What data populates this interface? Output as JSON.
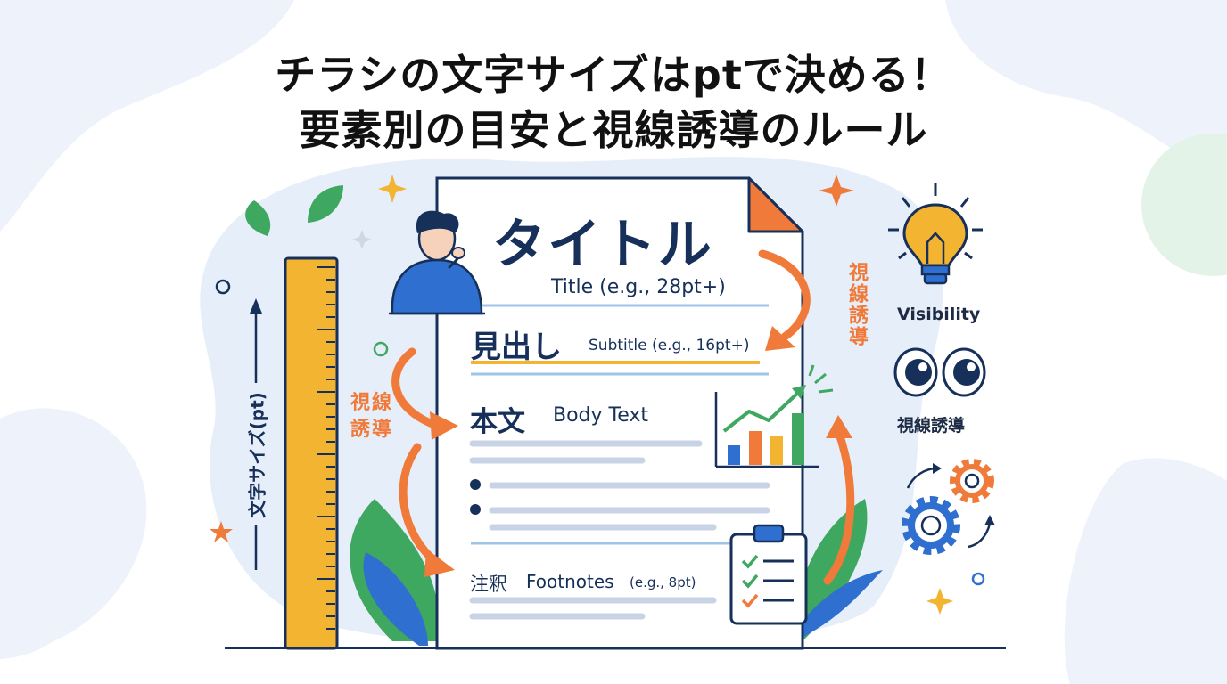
{
  "title": {
    "line1": "チラシの文字サイズはptで決める！",
    "line2": "要素別の目安と視線誘導のルール"
  },
  "document": {
    "heading_jp": "タイトル",
    "heading_en": "Title (e.g., 28pt+)",
    "subtitle_jp": "見出し",
    "subtitle_en": "Subtitle (e.g., 16pt+)",
    "body_jp": "本文",
    "body_en": "Body Text",
    "footnote_jp": "注釈",
    "footnote_en": "Footnotes",
    "footnote_size": "(e.g., 8pt)"
  },
  "flow_labels": {
    "right": "視線誘導",
    "left": "視線誘導"
  },
  "ruler": {
    "label": "文字サイズ(pt)"
  },
  "side_panel": {
    "visibility_label": "Visibility",
    "guidance_label": "視線誘導"
  },
  "colors": {
    "navy": "#16305a",
    "orange": "#f07a3a",
    "yellow": "#f3b431",
    "green": "#3fa860",
    "blue": "#2f6fd0"
  },
  "icons": [
    "person-thinking-icon",
    "lightbulb-icon",
    "eyes-icon",
    "gears-icon",
    "clipboard-checklist-icon",
    "bar-chart-icon",
    "ruler-icon"
  ]
}
